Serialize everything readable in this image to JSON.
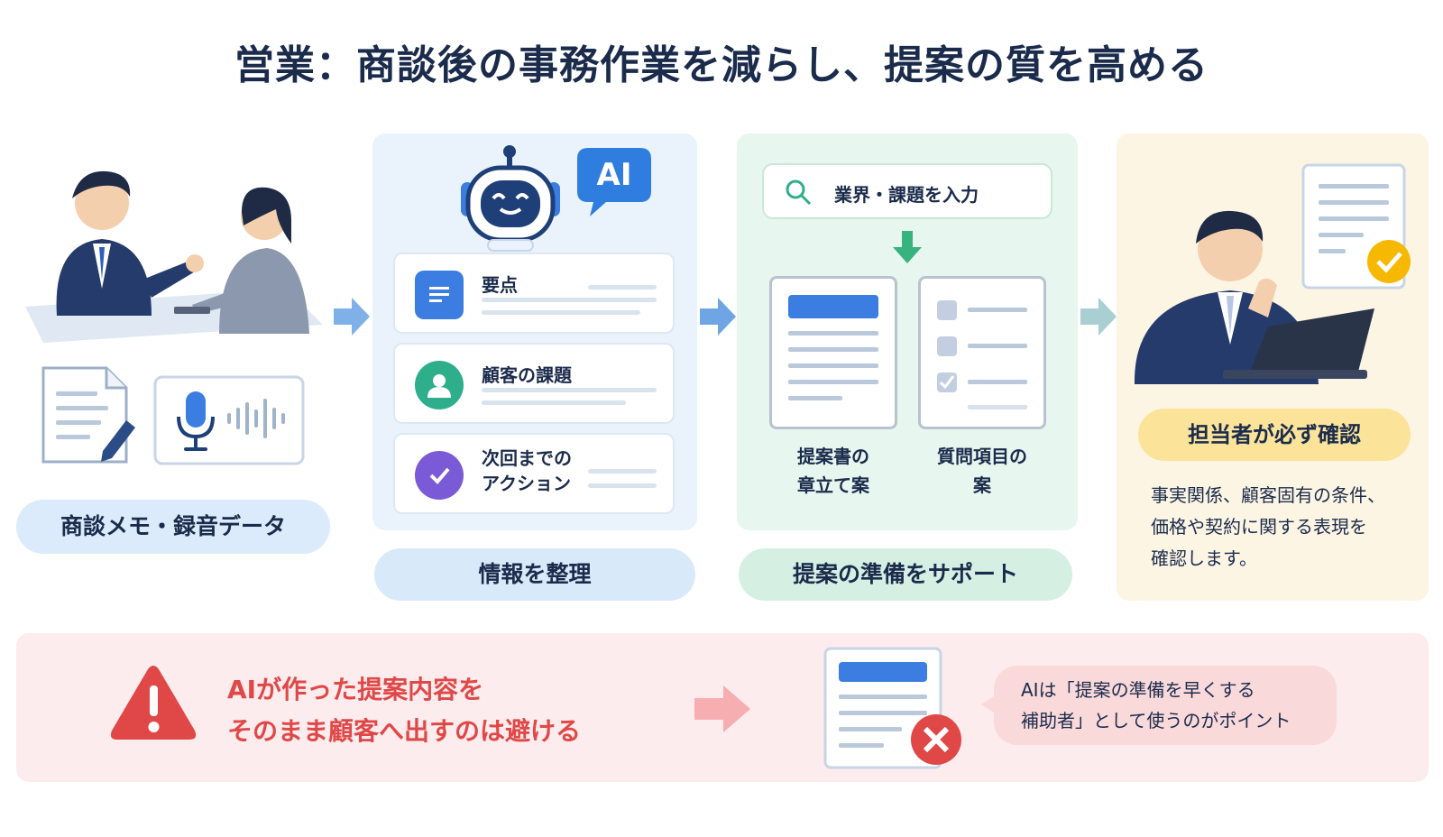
{
  "title": "営業：商談後の事務作業を減らし、提案の質を高める",
  "steps": {
    "input": {
      "label": "商談メモ・録音データ"
    },
    "organize": {
      "label": "情報を整理",
      "ai_badge": "AI",
      "items": [
        {
          "label": "要点",
          "icon": "document-icon",
          "color": "#3b7de0"
        },
        {
          "label": "顧客の課題",
          "icon": "person-icon",
          "color": "#2fae8c"
        },
        {
          "label": "次回までの\nアクション",
          "icon": "checkmark-icon",
          "color": "#7a5ad6"
        }
      ]
    },
    "proposal": {
      "label": "提案の準備をサポート",
      "search_text": "業界・課題を入力",
      "docs": [
        {
          "caption": "提案書の\n章立て案"
        },
        {
          "caption": "質問項目の\n案"
        }
      ]
    },
    "review": {
      "label": "担当者が必ず確認",
      "description": "事実関係、顧客固有の条件、\n価格や契約に関する表現を\n確認します。"
    }
  },
  "warning": {
    "text": "AIが作った提案内容を\nそのまま顧客へ出すのは避ける",
    "point": "AIは「提案の準備を早くする\n補助者」として使うのがポイント"
  },
  "colors": {
    "title": "#1b2b4b",
    "blue_accent": "#3b7de0",
    "green_accent": "#36b37e",
    "yellow_accent": "#f6b800",
    "warning_red": "#e04848"
  }
}
